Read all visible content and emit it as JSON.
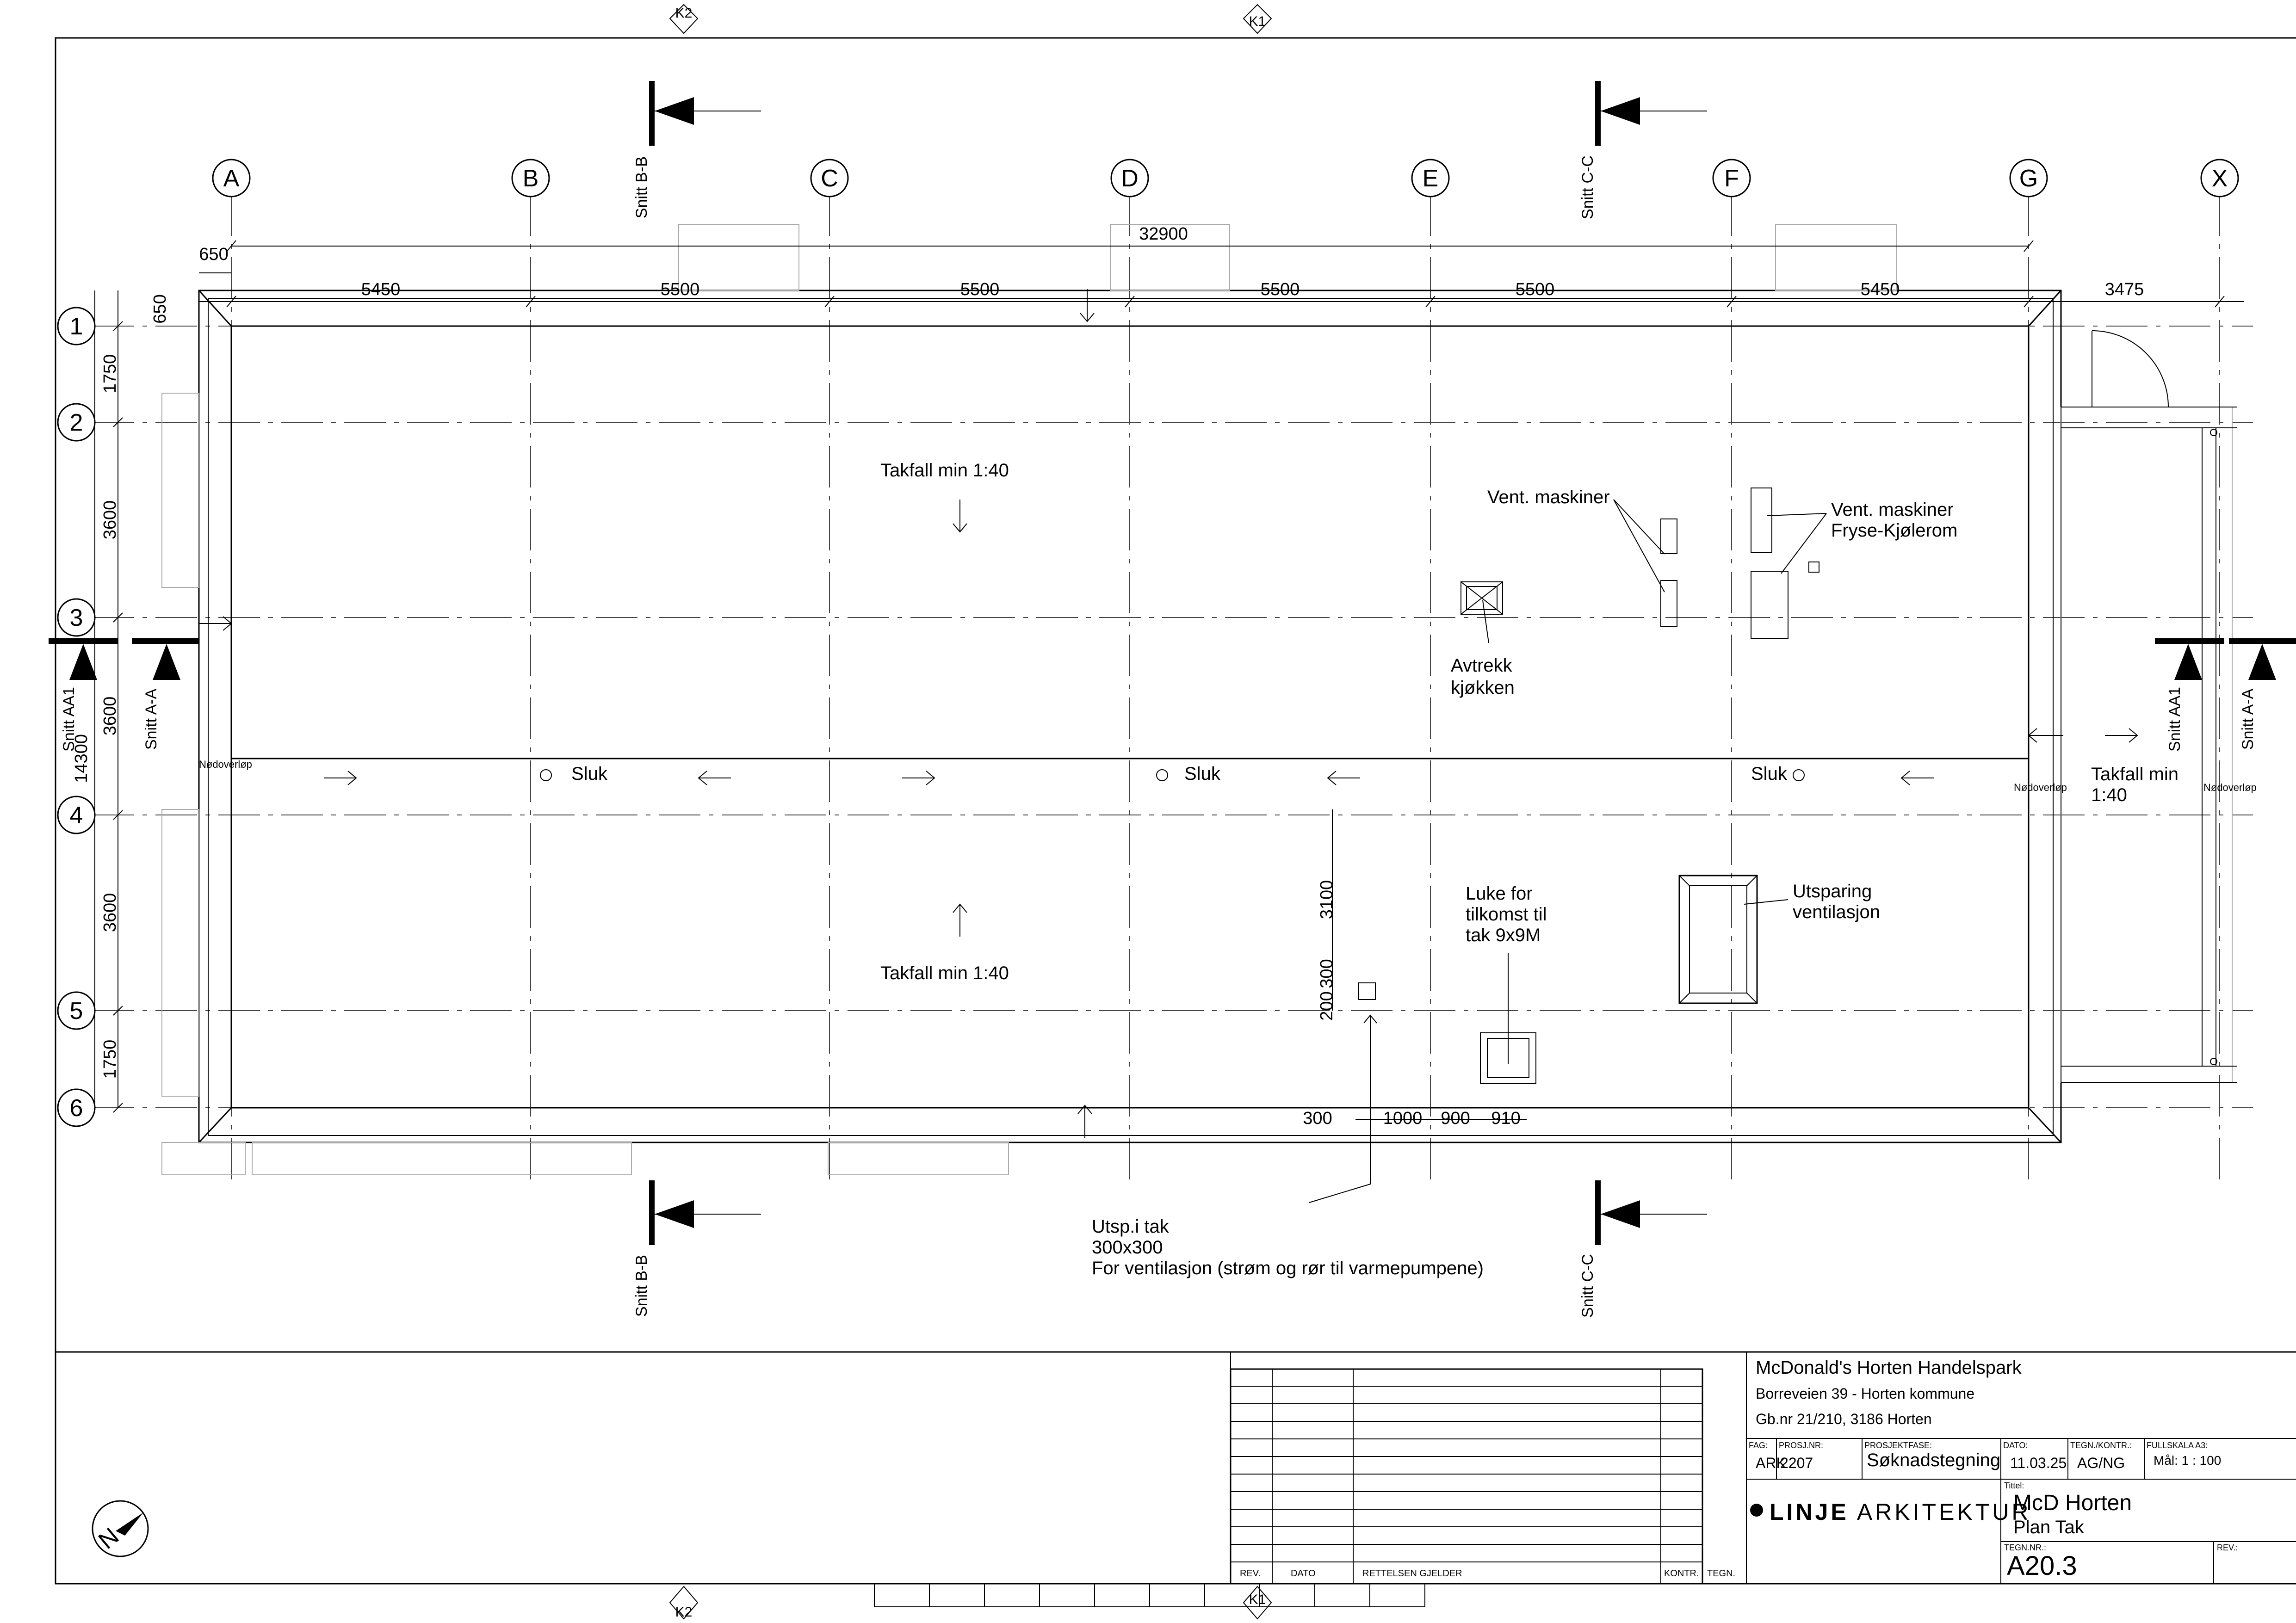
{
  "grid": {
    "cols": [
      "A",
      "B",
      "C",
      "D",
      "E",
      "F",
      "G",
      "X"
    ],
    "rows": [
      "1",
      "2",
      "3",
      "4",
      "5",
      "6"
    ]
  },
  "dims": {
    "total_top": "32900",
    "edge_left": "650",
    "edge_top": "650",
    "spans": [
      "5450",
      "5500",
      "5500",
      "5500",
      "5500",
      "5450"
    ],
    "right_ext": "3475",
    "row_spans": [
      "1750",
      "3600",
      "3600",
      "3600",
      "1750"
    ],
    "total_left": "14300",
    "local_v": [
      "3100",
      "300",
      "200"
    ],
    "local_h": [
      "300",
      "1000",
      "900",
      "910"
    ]
  },
  "sections": {
    "bb": "Snitt B-B",
    "cc": "Snitt C-C",
    "aa1": "Snitt AA1",
    "aa": "Snitt A-A",
    "k1": "K1",
    "k2": "K2"
  },
  "labels": {
    "slope_top": "Takfall min  1:40",
    "slope_bottom": "Takfall min  1:40",
    "slope_right_1": "Takfall min",
    "slope_right_2": "1:40",
    "vent_1": "Vent. maskiner",
    "vent_2a": "Vent. maskiner",
    "vent_2b": "Fryse-Kjølerom",
    "exhaust_1": "Avtrekk",
    "exhaust_2": "kjøkken",
    "drain_1": "Sluk",
    "drain_2": "Sluk",
    "drain_3": "Sluk",
    "overflow_left": "Nødoverløp",
    "overflow_right_1": "Nødoverløp",
    "overflow_right_2": "Nødoverløp",
    "hatch_1": "Luke for",
    "hatch_2": "tilkomst til",
    "hatch_3": "tak 9x9M",
    "cutout_1": "Utsparing",
    "cutout_2": "ventilasjon",
    "roof_open_1": "Utsp.i tak",
    "roof_open_2": "300x300",
    "roof_open_3": "For ventilasjon (strøm og rør til varmepumpene)",
    "north": "N"
  },
  "title_block": {
    "project": "McDonald's Horten Handelspark",
    "address": "Borreveien 39 - Horten kommune",
    "gnr": "Gb.nr 21/210, 3186 Horten",
    "fag_label": "FAG:",
    "fag": "ARK",
    "prosj_label": "PROSJ.NR:",
    "prosj": "2207",
    "fase_label": "PROSJEKTFASE:",
    "fase": "Søknadstegning",
    "dato_label": "DATO:",
    "dato": "11.03.25",
    "tegn_label": "TEGN./KONTR.:",
    "tegn": "AG/NG",
    "skala_label": "FULLSKALA A3:",
    "skala": "Mål: 1 : 100",
    "tittel_label": "Tittel:",
    "tittel_1": "McD Horten",
    "tittel_2": "Plan Tak",
    "tegnnr_label": "TEGN.NR.:",
    "tegnnr": "A20.3",
    "rev_label": "REV.:",
    "logo_bold": "LINJE",
    "logo_light": " ARKITEKTUR"
  },
  "revision_table": {
    "headers": [
      "REV.",
      "DATO",
      "RETTELSEN GJELDER",
      "KONTR.",
      "TEGN."
    ]
  }
}
